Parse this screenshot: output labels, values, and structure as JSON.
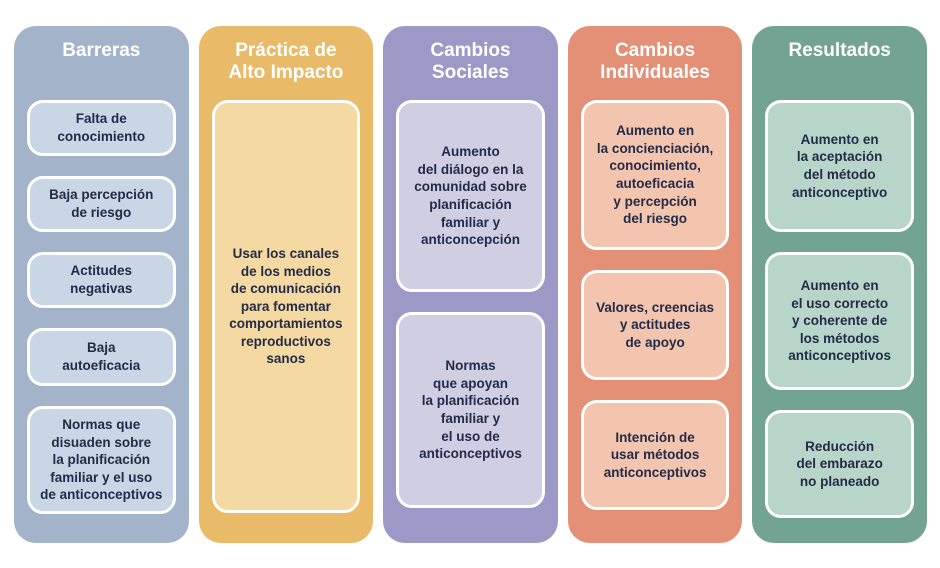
{
  "text_color": "#222c47",
  "header_text_color": "#ffffff",
  "columns": [
    {
      "title": "Barreras",
      "color": "#a3b3ca",
      "box_color": "#c9d6e5",
      "boxes": [
        "Falta de\nconocimiento",
        "Baja percepción\nde riesgo",
        "Actitudes\nnegativas",
        "Baja\nautoeficacia",
        "Normas que\ndisuaden sobre\nla planificación\nfamiliar y el uso\nde anticonceptivos"
      ]
    },
    {
      "title": "Práctica de\nAlto Impacto",
      "color": "#e9ba68",
      "box_color": "#f4d9a2",
      "boxes": [
        "Usar los canales\nde los medios\nde comunicación\npara fomentar\ncomportamientos\nreproductivos\nsanos"
      ]
    },
    {
      "title": "Cambios\nSociales",
      "color": "#9c99c6",
      "box_color": "#cfcee3",
      "boxes": [
        "Aumento\ndel diálogo en la\ncomunidad sobre\nplanificación\nfamiliar y\nanticoncepción",
        "Normas\nque apoyan\nla planificación\nfamiliar y\nel uso de\nanticonceptivos"
      ]
    },
    {
      "title": "Cambios\nIndividuales",
      "color": "#e39076",
      "box_color": "#f3c4ae",
      "boxes": [
        "Aumento en\nla concienciación,\nconocimiento,\nautoeficacia\ny percepción\ndel riesgo",
        "Valores, creencias\ny actitudes\nde apoyo",
        "Intención de\nusar métodos\nanticonceptivos"
      ]
    },
    {
      "title": "Resultados",
      "color": "#73a493",
      "box_color": "#b7d5c9",
      "boxes": [
        "Aumento en\nla aceptación\ndel método\nanticonceptivo",
        "Aumento en\nel uso correcto\ny coherente de\nlos métodos\nanticonceptivos",
        "Reducción\ndel embarazo\nno planeado"
      ]
    }
  ]
}
